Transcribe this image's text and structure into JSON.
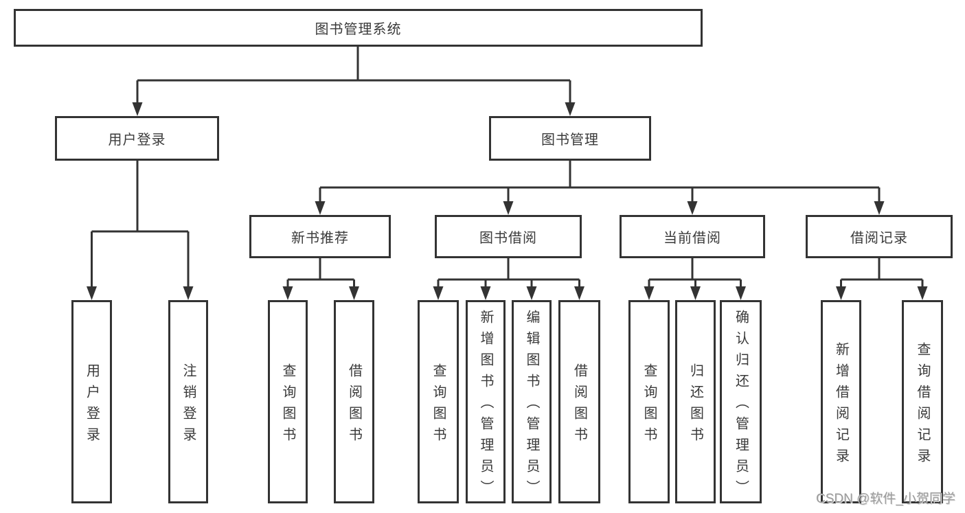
{
  "colors": {
    "line": "#333333",
    "text": "#3a3a3a",
    "watermark": "#9c9c9c",
    "bg": "#ffffff"
  },
  "tree": {
    "label": "图书管理系统",
    "children": [
      {
        "label": "用户登录",
        "children": [
          {
            "label": "用户登录"
          },
          {
            "label": "注销登录"
          }
        ]
      },
      {
        "label": "图书管理",
        "children": [
          {
            "label": "新书推荐",
            "children": [
              {
                "label": "查询图书"
              },
              {
                "label": "借阅图书"
              }
            ]
          },
          {
            "label": "图书借阅",
            "children": [
              {
                "label": "查询图书"
              },
              {
                "label": "新增图书（管理员）"
              },
              {
                "label": "编辑图书（管理员）"
              },
              {
                "label": "借阅图书"
              }
            ]
          },
          {
            "label": "当前借阅",
            "children": [
              {
                "label": "查询图书"
              },
              {
                "label": "归还图书"
              },
              {
                "label": "确认归还（管理员）"
              }
            ]
          },
          {
            "label": "借阅记录",
            "children": [
              {
                "label": "新增借阅记录"
              },
              {
                "label": "查询借阅记录"
              }
            ]
          }
        ]
      }
    ]
  },
  "watermark": {
    "text": "CSDN @软件_小贺同学"
  }
}
